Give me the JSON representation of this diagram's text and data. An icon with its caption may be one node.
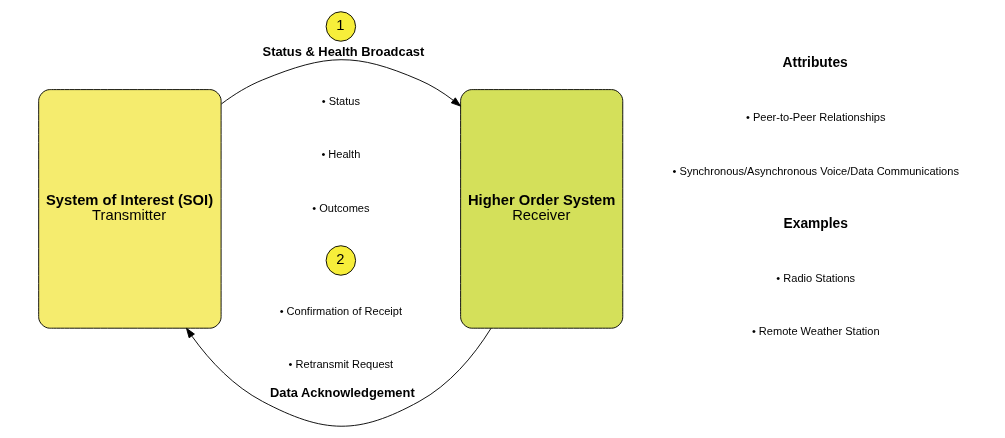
{
  "diagram": {
    "nodes": [
      {
        "text": [
          "System of Interest (SOI)",
          "Transmitter"
        ]
      },
      {
        "text": [
          "1"
        ]
      },
      {
        "text": [
          "Higher Order System",
          "Receiver"
        ]
      },
      {
        "text": [
          "2"
        ]
      }
    ],
    "edges": [
      {
        "from": 0,
        "to": 2,
        "arrow": "to",
        "label": "Status & Health Broadcast"
      },
      {
        "from": 2,
        "to": 0,
        "arrow": "to",
        "label": "Data Acknowledgement"
      }
    ],
    "labels": [
      "• Status",
      "• Health",
      "• Outcomes",
      "Attributes",
      "• Peer-to-Peer Relationships",
      "• Synchronous/Asynchronous Voice/Data Communications",
      "Examples",
      "• Radio Stations",
      "• Remote Weather Station",
      "• Confirmation of Receipt",
      "• Retransmit Request"
    ]
  }
}
